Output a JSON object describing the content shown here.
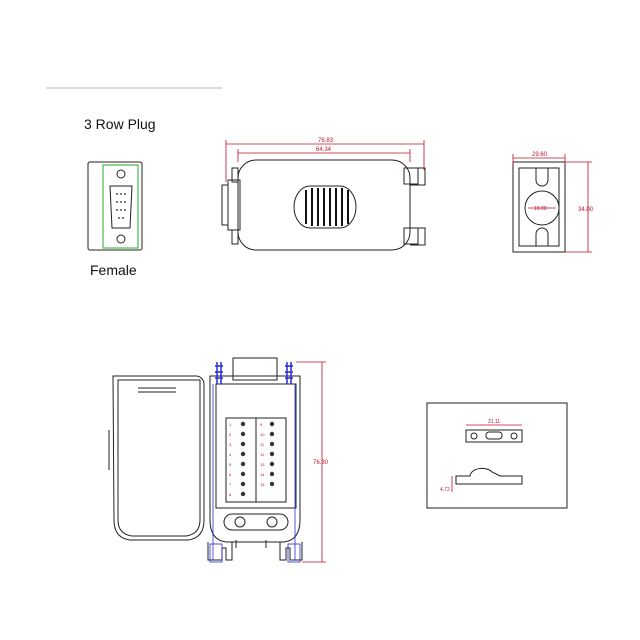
{
  "labels": {
    "plug_title": "3 Row Plug",
    "plug_gender": "Female"
  },
  "dimensions": {
    "overall_length": "76.83",
    "body_length": "64.34",
    "end_width": "29.60",
    "end_height": "34.00",
    "hole_diameter": "10.00",
    "open_height": "76.30",
    "clip_width": "21.11",
    "clip_height": "4.72"
  },
  "terminal_numbers": {
    "left_column": [
      "1",
      "2",
      "3",
      "4",
      "5",
      "6",
      "7",
      "8"
    ],
    "right_column": [
      "9",
      "10",
      "11",
      "12",
      "13",
      "14",
      "15"
    ]
  },
  "colors": {
    "line": "#222222",
    "dimension": "#c0102a",
    "highlight_green": "#49b84a",
    "screw_blue": "#2a2ad0"
  }
}
